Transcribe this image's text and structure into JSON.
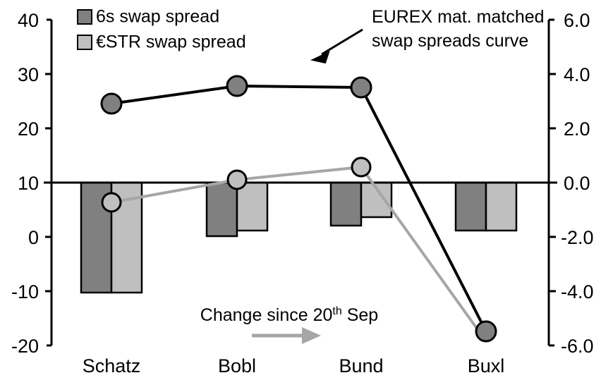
{
  "chart_data": {
    "type": "bar",
    "title": "",
    "subtitle": "",
    "xlabel": "",
    "ylabel": "",
    "categories": [
      "Schatz",
      "Bobl",
      "Bund",
      "Buxl"
    ],
    "left_axis": {
      "label": "",
      "ticks": [
        "40",
        "30",
        "20",
        "10",
        "0",
        "-10",
        "-20"
      ],
      "values": [
        40,
        30,
        20,
        10,
        0,
        -10,
        -20
      ],
      "ylim": [
        -20,
        40
      ]
    },
    "right_axis": {
      "label": "",
      "ticks": [
        "6.0",
        "4.0",
        "2.0",
        "0.0",
        "-2.0",
        "-4.0",
        "-6.0"
      ],
      "values": [
        6.0,
        4.0,
        2.0,
        0.0,
        -2.0,
        -4.0,
        -6.0
      ],
      "ylim": [
        -6.0,
        6.0
      ]
    },
    "grid": false,
    "legend_position": "top-left",
    "series": [
      {
        "name": "6s swap spread",
        "type": "bar",
        "axis": "right",
        "color": "#808080",
        "values": [
          -4.05,
          -1.95,
          -1.55,
          -1.75
        ]
      },
      {
        "name": "€STR swap spread",
        "type": "bar",
        "axis": "right",
        "color": "#BFBFBF",
        "values": [
          -4.05,
          -1.75,
          -1.25,
          -1.75
        ]
      },
      {
        "name": "EUREX mat. matched swap spreads curve",
        "type": "line",
        "axis": "left",
        "color": "#000000",
        "values": [
          24.5,
          27.9,
          27.3,
          -18.0
        ]
      },
      {
        "name": "Change since 20th Sep",
        "type": "line",
        "axis": "right",
        "color": "#A6A6A6",
        "values": [
          -0.75,
          0.05,
          0.6,
          -5.85
        ]
      }
    ],
    "annotations": [
      {
        "name": "curve-callout",
        "line1": "EUREX mat. matched",
        "line2": "swap spreads curve"
      },
      {
        "name": "change-note",
        "text_before": "Change since 20",
        "superscript": "th",
        "text_after": " Sep"
      }
    ]
  },
  "legend": {
    "items": [
      {
        "label": "6s swap spread",
        "color": "#808080"
      },
      {
        "label": "€STR swap spread",
        "color": "#BFBFBF"
      }
    ]
  }
}
